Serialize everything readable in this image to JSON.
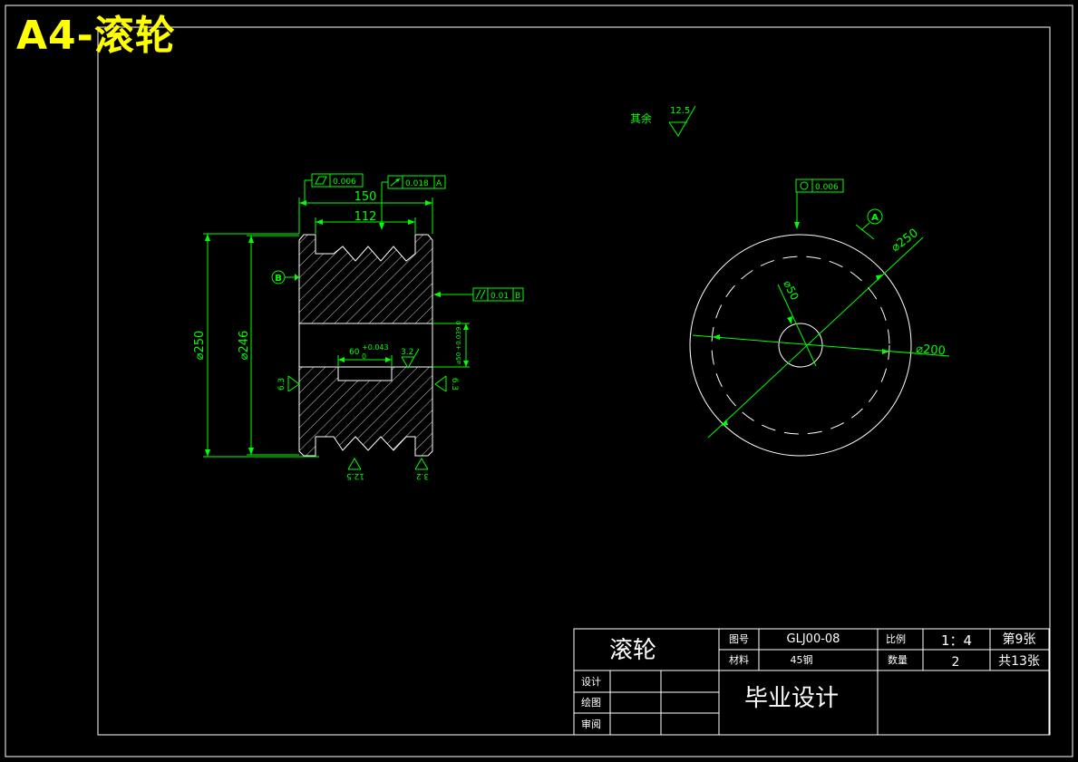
{
  "banner": {
    "title": "A4-滚轮"
  },
  "notes": {
    "roughness_other_label": "其余",
    "roughness_other_value": "12.5"
  },
  "side_view": {
    "gtol_top_flatness": "0.006",
    "gtol_top_runout": "0.018",
    "gtol_top_runout_datum": "A",
    "gtol_parallel": "0.01",
    "gtol_parallel_datum": "B",
    "datum_b": "B",
    "dim_width": "150",
    "dim_inner_width": "112",
    "dim_dia_outer": "⌀250",
    "dim_dia_root": "⌀246",
    "dim_keyway": "60",
    "dim_keyway_tol_upper": "+0.043",
    "dim_keyway_tol_lower": "0",
    "dim_bore_tol": "⌀50 +0.039 0",
    "rough_bore": "3.2",
    "rough_left": "6.3",
    "rough_right": "6.3",
    "rough_bottom_left": "12.5",
    "rough_bottom_right": "3.2"
  },
  "front_view": {
    "gtol_roundness": "0.006",
    "datum_a": "A",
    "dim_dia_250": "⌀250",
    "dim_dia_200": "⌀200",
    "dim_dia_50": "⌀50"
  },
  "title_block": {
    "part_name": "滚轮",
    "drawing_no_label": "图号",
    "drawing_no": "GLJ00-08",
    "scale_label": "比例",
    "scale": "1：4",
    "sheet_no": "第9张",
    "material_label": "材料",
    "material": "45钢",
    "quantity_label": "数量",
    "quantity": "2",
    "sheet_total": "共13张",
    "designer_label": "设计",
    "drafter_label": "绘图",
    "reviewer_label": "审阅",
    "project": "毕业设计"
  }
}
